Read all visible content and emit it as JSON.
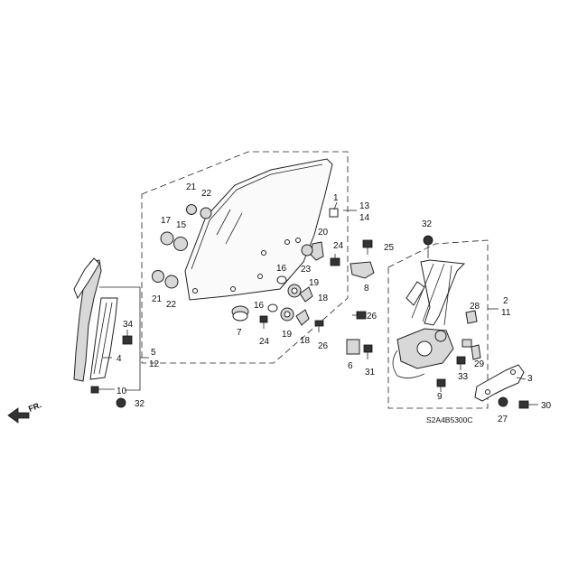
{
  "diagram": {
    "code": "S2A4B5300C",
    "direction_label": "FR.",
    "labels": {
      "p1": "1",
      "p13": "13",
      "p14": "14",
      "p21a": "21",
      "p22a": "22",
      "p17": "17",
      "p15": "15",
      "p20": "20",
      "p24a": "24",
      "p23": "23",
      "p25": "25",
      "p32a": "32",
      "p16a": "16",
      "p19a": "19",
      "p18a": "18",
      "p21b": "21",
      "p22b": "22",
      "p8": "8",
      "p16b": "16",
      "p7": "7",
      "p24b": "24",
      "p19b": "19",
      "p18b": "18",
      "p26a": "26",
      "p26b": "26",
      "p6": "6",
      "p31": "31",
      "p34": "34",
      "p4": "4",
      "p5": "5",
      "p12": "12",
      "p10": "10",
      "p32b": "32",
      "p2": "2",
      "p11": "11",
      "p28": "28",
      "p29": "29",
      "p33": "33",
      "p9": "9",
      "p3": "3",
      "p27": "27",
      "p30": "30"
    }
  }
}
